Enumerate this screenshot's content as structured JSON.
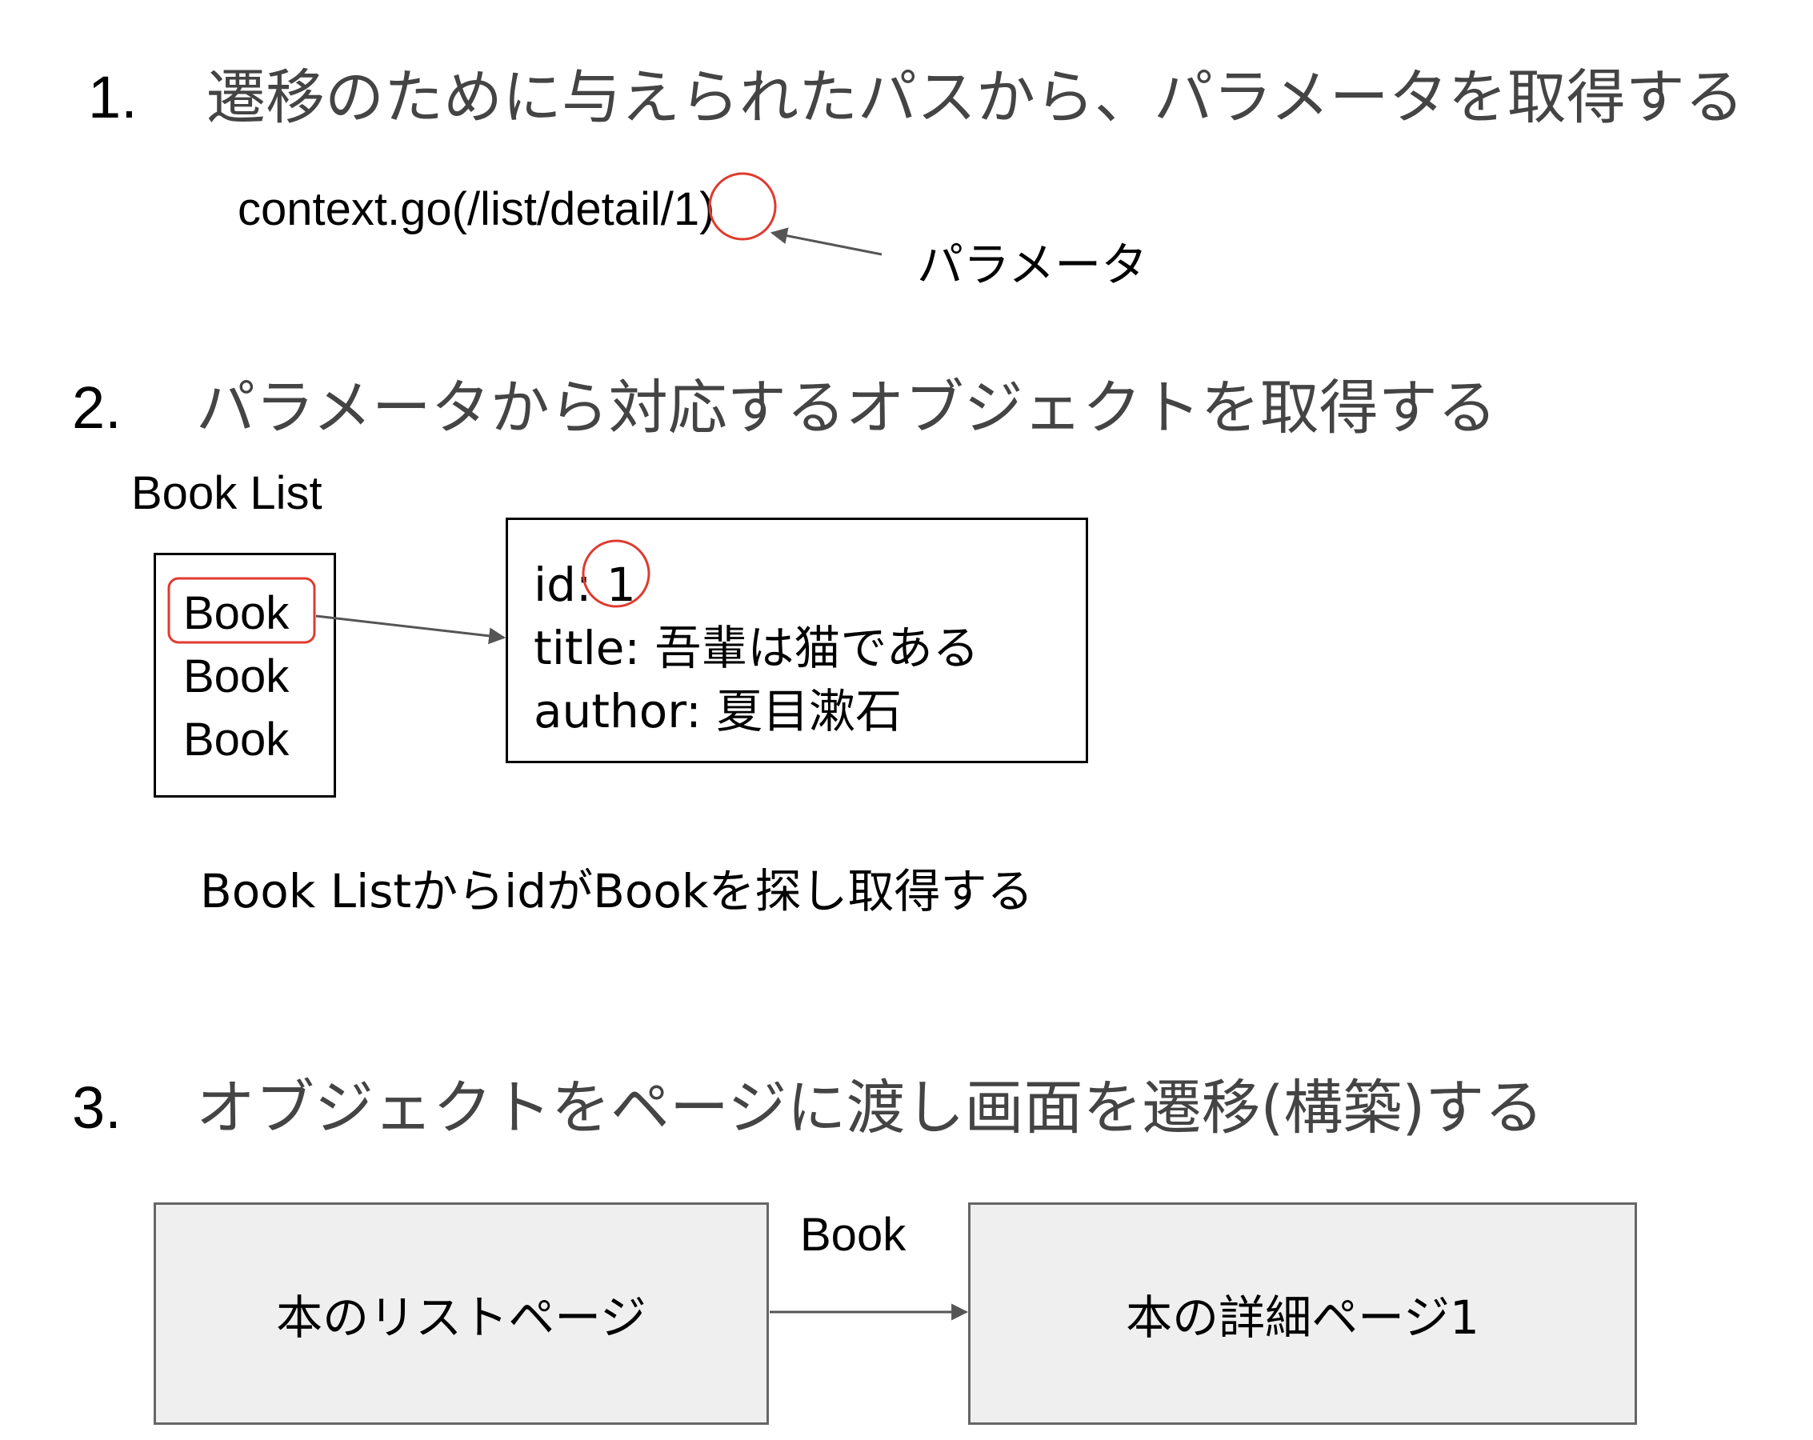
{
  "steps": [
    {
      "number": "1.",
      "text": "遷移のために与えられたパスから、パラメータを取得する"
    },
    {
      "number": "2.",
      "text": "パラメータから対応するオブジェクトを取得する"
    },
    {
      "number": "3.",
      "text": "オブジェクトをページに渡し画面を遷移(構築)する"
    }
  ],
  "step1": {
    "code": "context.go(/list/detail/1)",
    "param_label": "パラメータ"
  },
  "step2": {
    "list_title": "Book List",
    "list_items": [
      "Book",
      "Book",
      "Book"
    ],
    "detail_lines": [
      "id: 1",
      "title: 吾輩は猫である",
      "author: 夏目漱石"
    ],
    "caption": "Book ListからidがBookを探し取得する"
  },
  "step3": {
    "source_page": "本のリストページ",
    "target_page": "本の詳細ページ1",
    "edge_label": "Book"
  },
  "colors": {
    "highlight": "#e03a2f",
    "arrow": "#555555",
    "box_fill": "#efefef"
  }
}
